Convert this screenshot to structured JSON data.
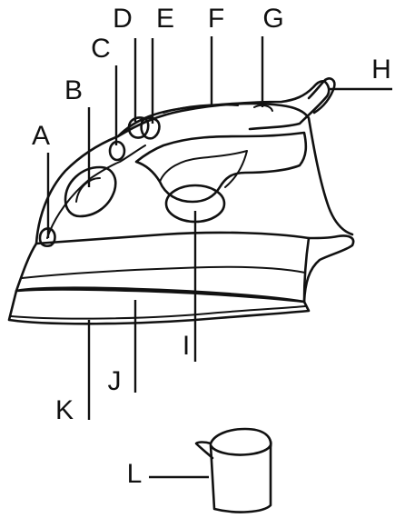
{
  "labels": {
    "A": "A",
    "B": "B",
    "C": "C",
    "D": "D",
    "E": "E",
    "F": "F",
    "G": "G",
    "H": "H",
    "I": "I",
    "J": "J",
    "K": "K",
    "L": "L"
  },
  "colors": {
    "ink": "#111111",
    "background": "#ffffff"
  }
}
